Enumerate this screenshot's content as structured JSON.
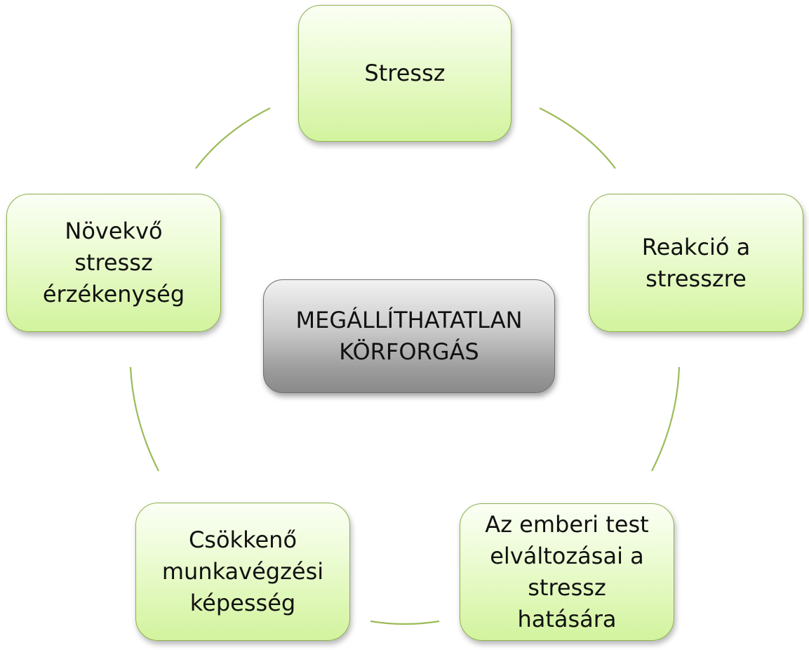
{
  "diagram": {
    "center": "MEGÁLLÍTHATATLAN\nKÖRFORGÁS",
    "nodes": [
      "Stressz",
      "Reakció a\nstresszre",
      "Az emberi test\nelváltozásai a\nstressz\nhatására",
      "Csökkenő\nmunkavégzési\nképesség",
      "Növekvő\nstressz\nérzékenység"
    ],
    "colors": {
      "node_fill_top": "#fbfff5",
      "node_fill_bottom": "#d2f39e",
      "node_border": "#8cb04e",
      "connector": "#9bbb59",
      "center_fill_top": "#f2f2f2",
      "center_fill_bottom": "#8a8a8a"
    }
  }
}
